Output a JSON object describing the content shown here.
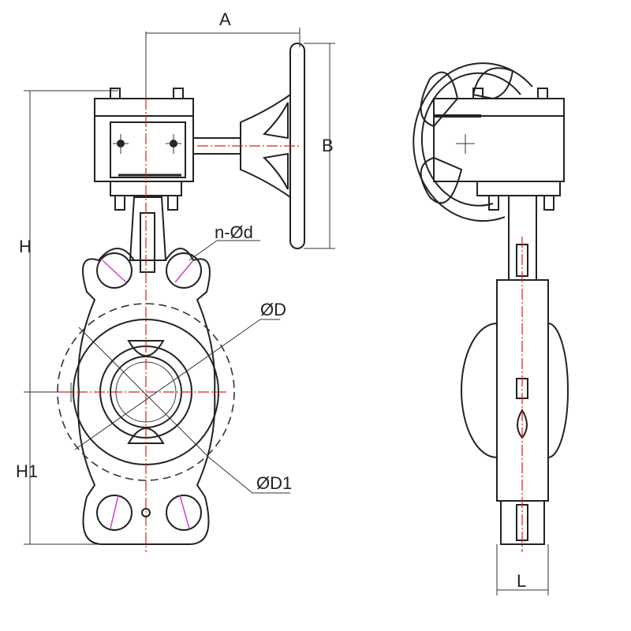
{
  "labels": {
    "a": "A",
    "b": "B",
    "h": "H",
    "h1": "H1",
    "n_od": "n-Ød",
    "od": "ØD",
    "od1": "ØD1",
    "l": "L"
  }
}
